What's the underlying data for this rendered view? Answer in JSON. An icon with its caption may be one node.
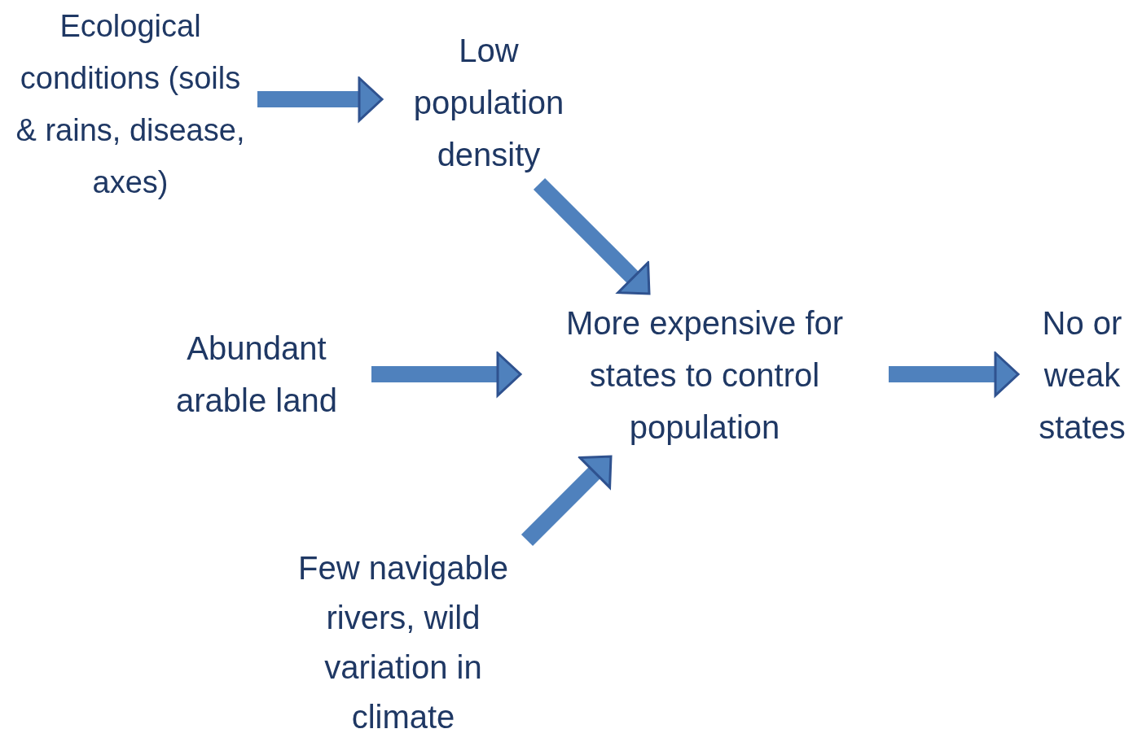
{
  "diagram": {
    "nodes": [
      {
        "text": [
          "Ecological conditions (soils & rains, disease, axes)"
        ]
      },
      {
        "text": [
          "Low population density"
        ]
      },
      {
        "text": [
          "Abundant arable land"
        ]
      },
      {
        "text": [
          "More expensive for states to control population"
        ]
      },
      {
        "text": [
          "No or weak states"
        ]
      },
      {
        "text": [
          "Few navigable rivers, wild variation in climate"
        ]
      }
    ],
    "edges": [
      {
        "from": 0,
        "to": 1,
        "arrow": "to"
      },
      {
        "from": 1,
        "to": 3,
        "arrow": "to"
      },
      {
        "from": 2,
        "to": 3,
        "arrow": "to"
      },
      {
        "from": 5,
        "to": 3,
        "arrow": "to"
      },
      {
        "from": 3,
        "to": 4,
        "arrow": "to"
      }
    ]
  }
}
